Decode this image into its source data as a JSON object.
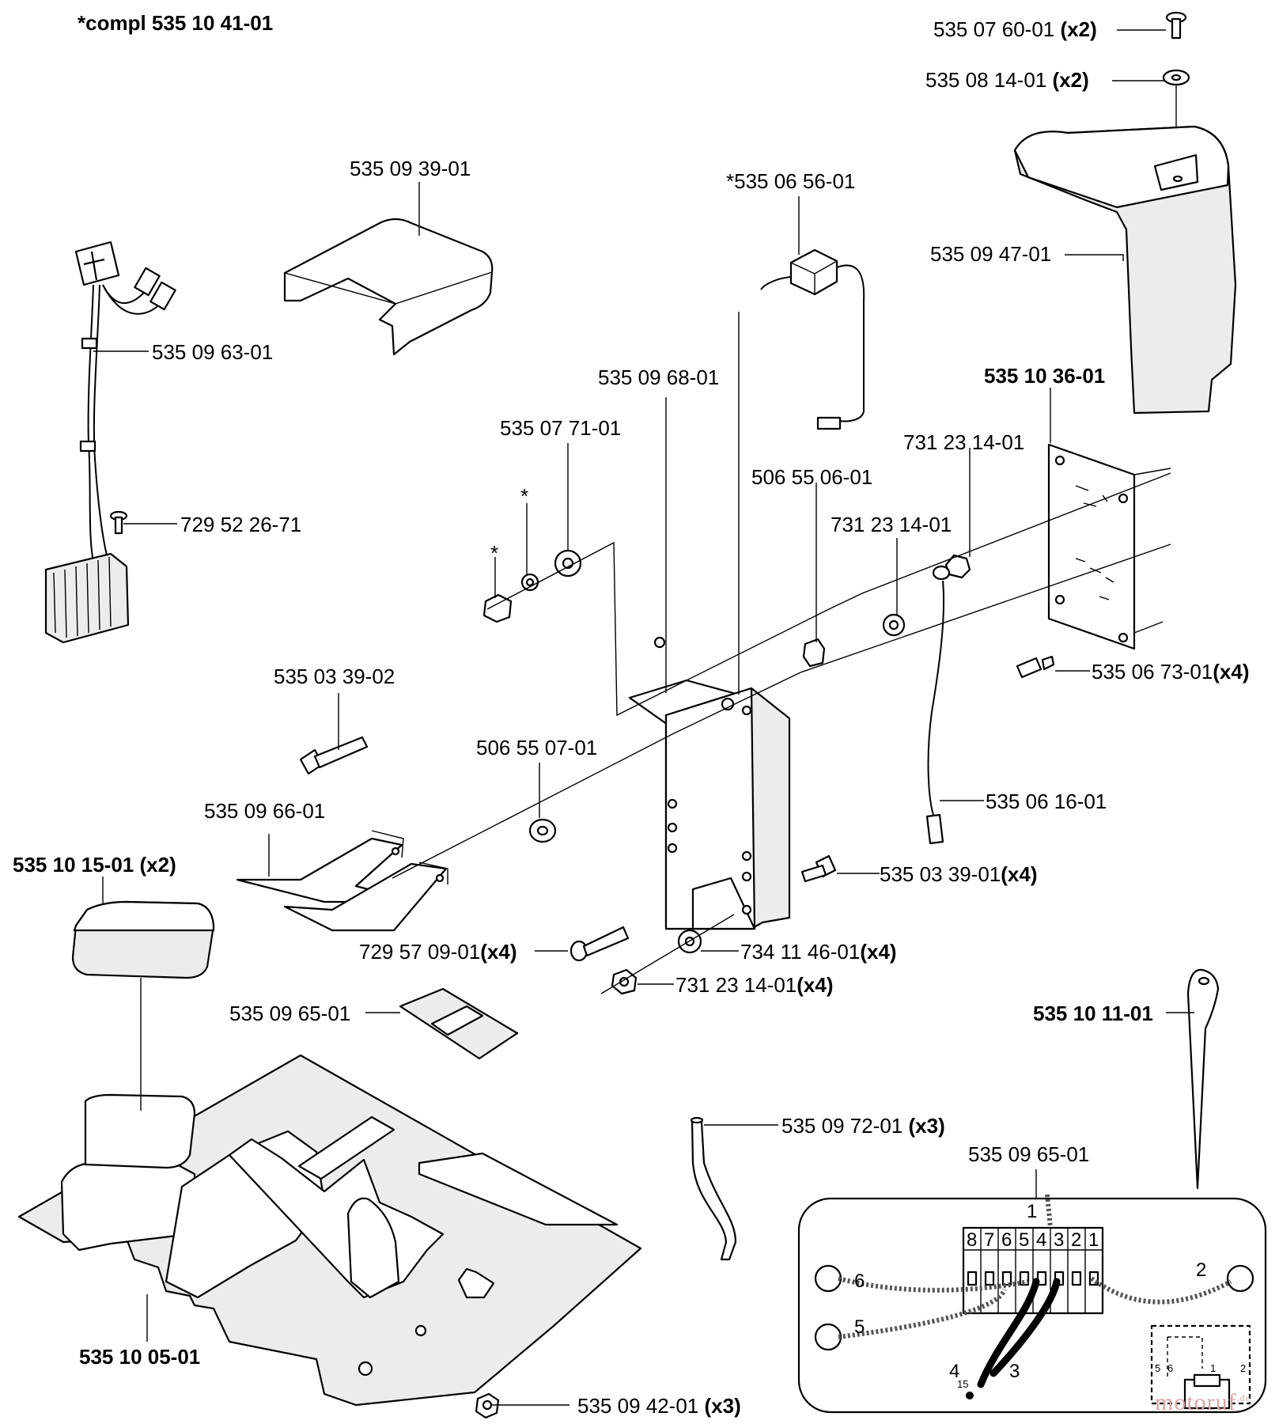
{
  "title": "*compl 535 10 41-01",
  "labels": {
    "screw_top": {
      "num": "535 07 60-01",
      "qty": "(x2)"
    },
    "washer_top": {
      "num": "535 08 14-01",
      "qty": "(x2)"
    },
    "cover_top": {
      "num": "535 09 47-01"
    },
    "lid": {
      "num": "535 09 39-01"
    },
    "switch": {
      "num": "*535 06 56-01"
    },
    "harness": {
      "num": "535 09 63-01"
    },
    "screw_harness": {
      "num": "729 52 26-71"
    },
    "bracket": {
      "num": "535 09 68-01"
    },
    "board": {
      "num": "535 10 36-01"
    },
    "spacer": {
      "num": "535 07 71-01"
    },
    "star1": {
      "num": "*"
    },
    "star2": {
      "num": "*"
    },
    "nut_a": {
      "num": "731 23 14-01"
    },
    "bush_a": {
      "num": "506 55 06-01"
    },
    "nut_b": {
      "num": "731 23 14-01"
    },
    "standoff": {
      "num": "535 06 73-01",
      "qty": "(x4)"
    },
    "bolt": {
      "num": "535 03 39-02"
    },
    "bush_b": {
      "num": "506 55 07-01"
    },
    "ground_wire": {
      "num": "535 06 16-01"
    },
    "clip": {
      "num": "535 09 66-01"
    },
    "screw_side": {
      "num": "535 03 39-01",
      "qty": "(x4)"
    },
    "foot": {
      "num": "535 10 15-01",
      "qty": "(x2)"
    },
    "screw_long": {
      "num": "729 57 09-01",
      "qty": "(x4)"
    },
    "washer_low": {
      "num": "734 11 46-01",
      "qty": "(x4)"
    },
    "nut_low": {
      "num": "731 23 14-01",
      "qty": "(x4)"
    },
    "label_plate": {
      "num": "535 09 65-01"
    },
    "peg": {
      "num": "535 10 11-01"
    },
    "tube": {
      "num": "535 09 72-01",
      "qty": "(x3)"
    },
    "terminal_detail": {
      "num": "535 09 65-01"
    },
    "base": {
      "num": "535 10 05-01"
    },
    "grommet": {
      "num": "535 09 42-01",
      "qty": "(x3)"
    }
  },
  "terminal": {
    "slots": [
      "8",
      "7",
      "6",
      "5",
      "4",
      "3",
      "2",
      "1"
    ],
    "wires": [
      "1",
      "2",
      "3",
      "4",
      "5",
      "6"
    ],
    "pin": "15",
    "connector": [
      "5",
      "6",
      "1",
      "2"
    ]
  },
  "watermark": {
    "text": "motoruf",
    "suffix": ".de"
  }
}
